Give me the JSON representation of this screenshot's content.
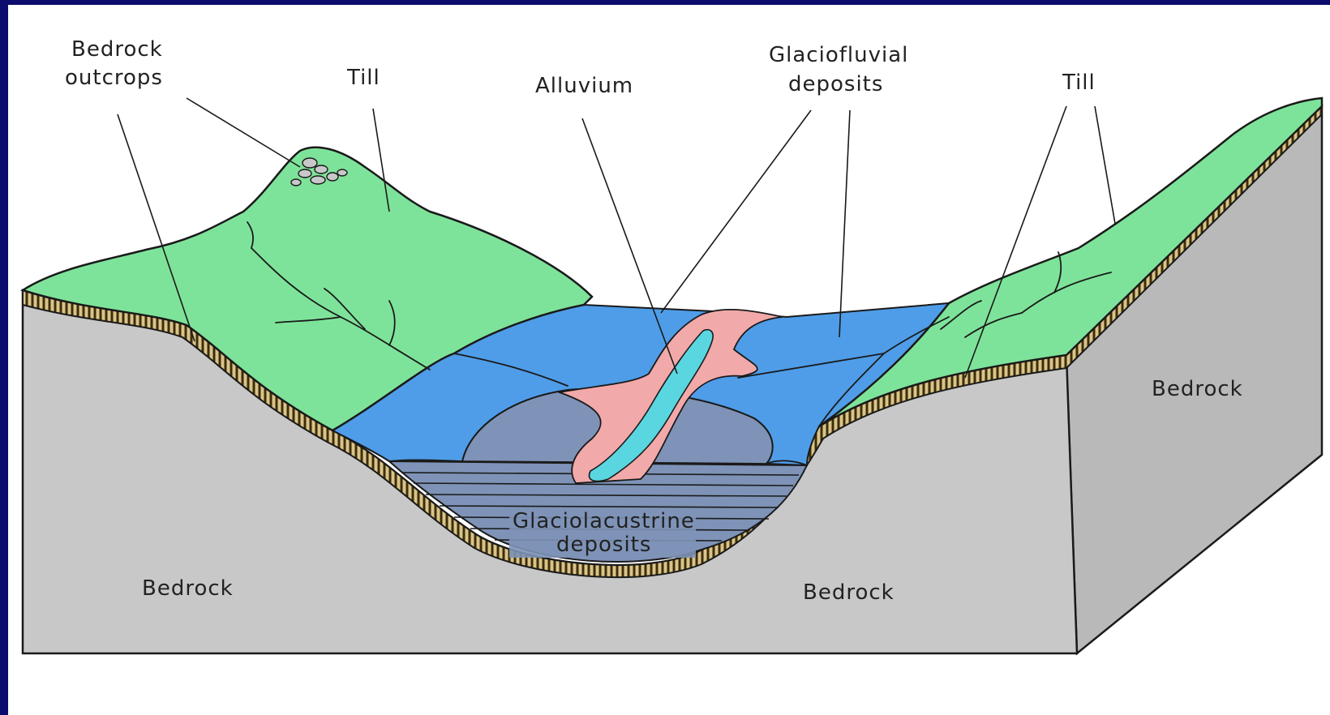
{
  "colors": {
    "background": "#0c0c6e",
    "bedrock": "#c8c8c8",
    "till": "#7ee39a",
    "glaciofluvial": "#4f9de8",
    "glaciolacustrine": "#7e93b7",
    "alluvium": "#f2a9a9",
    "river": "#5ad6e0",
    "soil": "#6b5520"
  },
  "labels": {
    "bedrock_outcrops_line1": "Bedrock",
    "bedrock_outcrops_line2": "outcrops",
    "till_left": "Till",
    "alluvium": "Alluvium",
    "glaciofluvial_line1": "Glaciofluvial",
    "glaciofluvial_line2": "deposits",
    "till_right": "Till",
    "bedrock_right": "Bedrock",
    "bedrock_left": "Bedrock",
    "bedrock_center": "Bedrock",
    "glaciolacustrine_line1": "Glaciolacustrine",
    "glaciolacustrine_line2": "deposits"
  }
}
